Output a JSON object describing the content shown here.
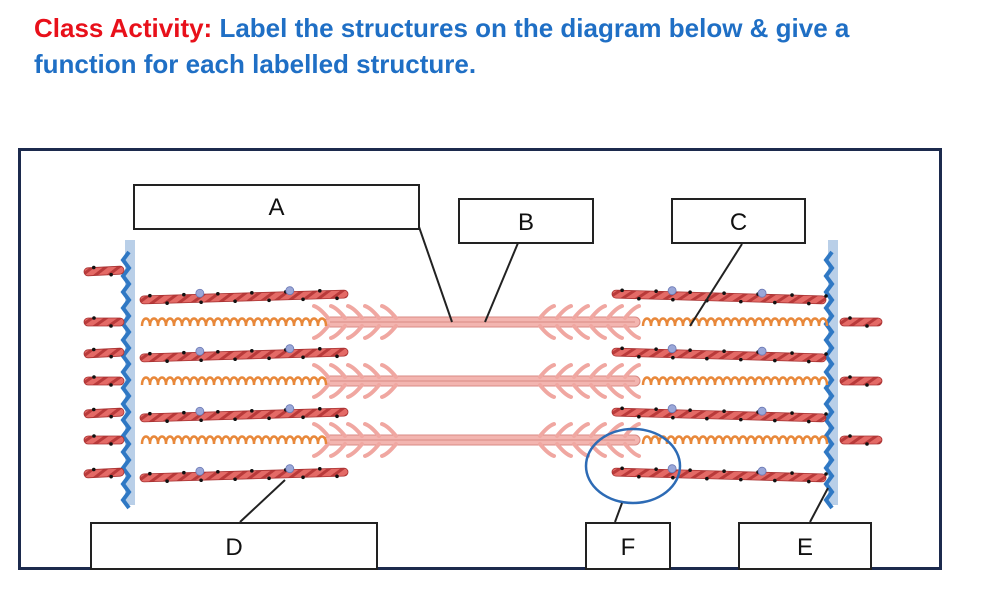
{
  "header": {
    "title_prefix": "Class Activity:",
    "title_rest": " Label the structures on the diagram below & give a function for each labelled structure."
  },
  "diagram": {
    "labels": [
      "A",
      "B",
      "C",
      "D",
      "E",
      "F"
    ]
  },
  "colors": {
    "title_red": "#e8101a",
    "title_blue": "#1f6fc5",
    "frame": "#1c2a4d",
    "actin": "#d9534f",
    "myosin": "#f3b5b0",
    "titin": "#e8883a",
    "z_disc": "#2f78c4",
    "circle": "#2d6bb5"
  }
}
